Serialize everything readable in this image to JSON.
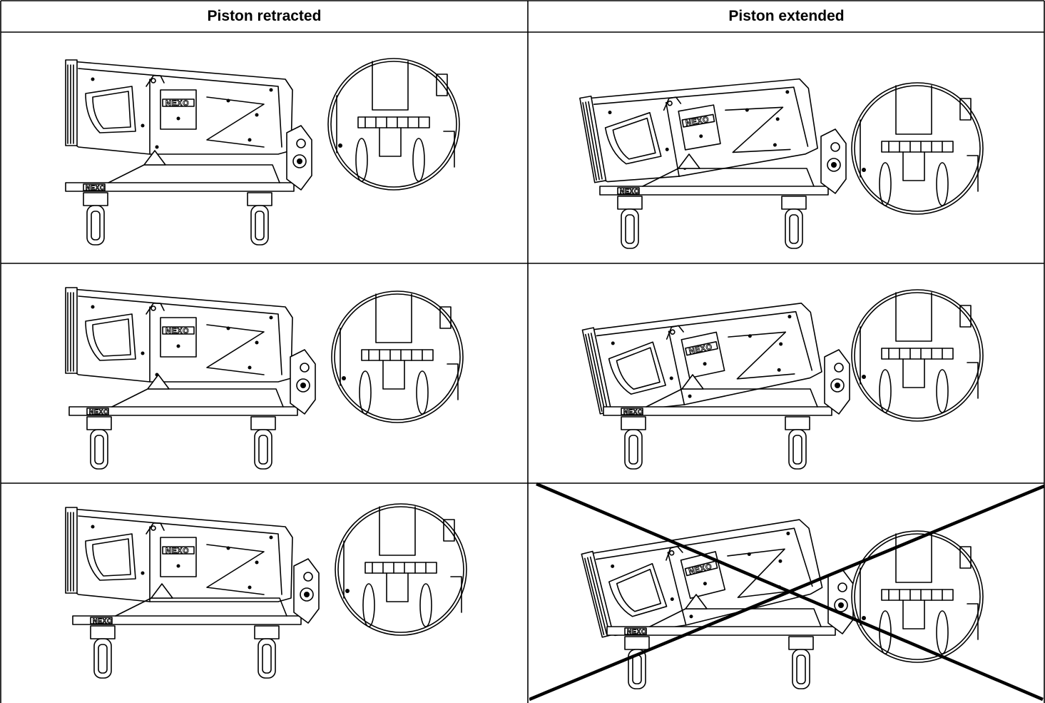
{
  "table": {
    "columns": [
      "Piston retracted",
      "Piston extended"
    ],
    "rows": [
      {
        "retracted_icon": "cart-with-speaker-flat-icon",
        "extended_icon": "cart-with-speaker-tilted-icon",
        "extended_invalid": false
      },
      {
        "retracted_icon": "cart-with-speaker-slight-tilt-icon",
        "extended_icon": "cart-with-speaker-tilted-more-icon",
        "extended_invalid": false
      },
      {
        "retracted_icon": "cart-with-speaker-slight-tilt-icon",
        "extended_icon": "cart-with-speaker-max-tilt-icon",
        "extended_invalid": true
      }
    ]
  },
  "brand_logo": "NEXO",
  "colors": {
    "line": "#000000",
    "background": "#ffffff"
  }
}
